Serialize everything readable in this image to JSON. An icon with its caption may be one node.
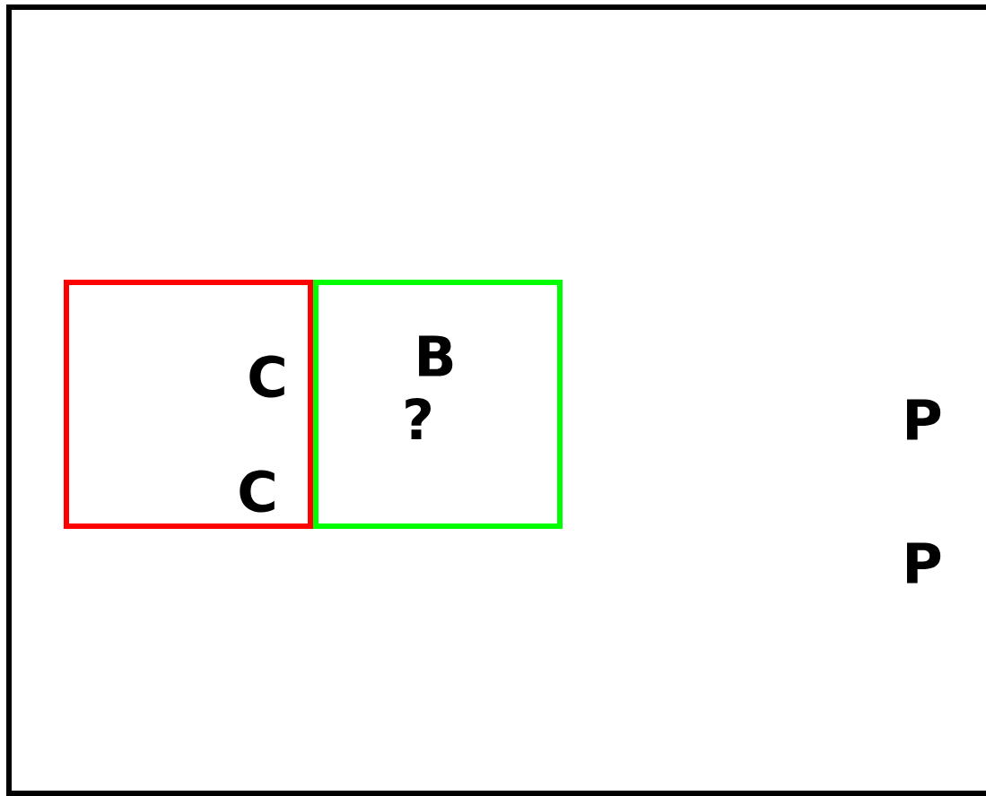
{
  "diagram": {
    "nodes": [
      {
        "text": [
          "C",
          "C"
        ]
      },
      {
        "text": [
          "B",
          "?"
        ]
      }
    ],
    "labels": [
      "P",
      "P"
    ]
  }
}
